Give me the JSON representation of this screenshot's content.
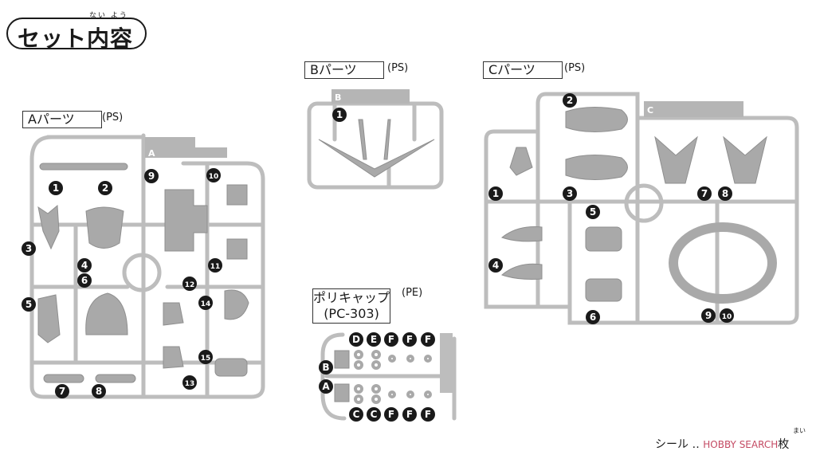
{
  "header": {
    "title": "セット内容",
    "ruby": "ない よう"
  },
  "runners": {
    "A": {
      "label": "Aパーツ",
      "material": "(PS)",
      "tag": "A",
      "numbers": [
        "1",
        "2",
        "3",
        "4",
        "5",
        "6",
        "7",
        "8",
        "9",
        "10",
        "11",
        "12",
        "13",
        "14",
        "15"
      ]
    },
    "B": {
      "label": "Bパーツ",
      "material": "(PS)",
      "tag": "B",
      "numbers": [
        "1"
      ]
    },
    "C": {
      "label": "Cパーツ",
      "material": "(PS)",
      "tag": "C",
      "numbers": [
        "1",
        "2",
        "3",
        "4",
        "5",
        "6",
        "7",
        "8",
        "9",
        "10"
      ]
    },
    "poly": {
      "label_line1": "ポリキャップ",
      "label_line2": "(PC-303)",
      "material": "(PE)",
      "top_letters": [
        "D",
        "E",
        "F",
        "F",
        "F"
      ],
      "bottom_letters": [
        "C",
        "C",
        "F",
        "F",
        "F"
      ],
      "side_letters": [
        "B",
        "A"
      ]
    }
  },
  "footer": {
    "sticker_label": "シール",
    "dots": "‥",
    "watermark": "HOBBY SEARCH",
    "count_suffix": "枚",
    "ruby": "まい"
  },
  "colors": {
    "runner": "#bdbdbd",
    "part": "#a9a9a9",
    "tag": "#b5b5b5",
    "badge": "#1a1a1a"
  }
}
